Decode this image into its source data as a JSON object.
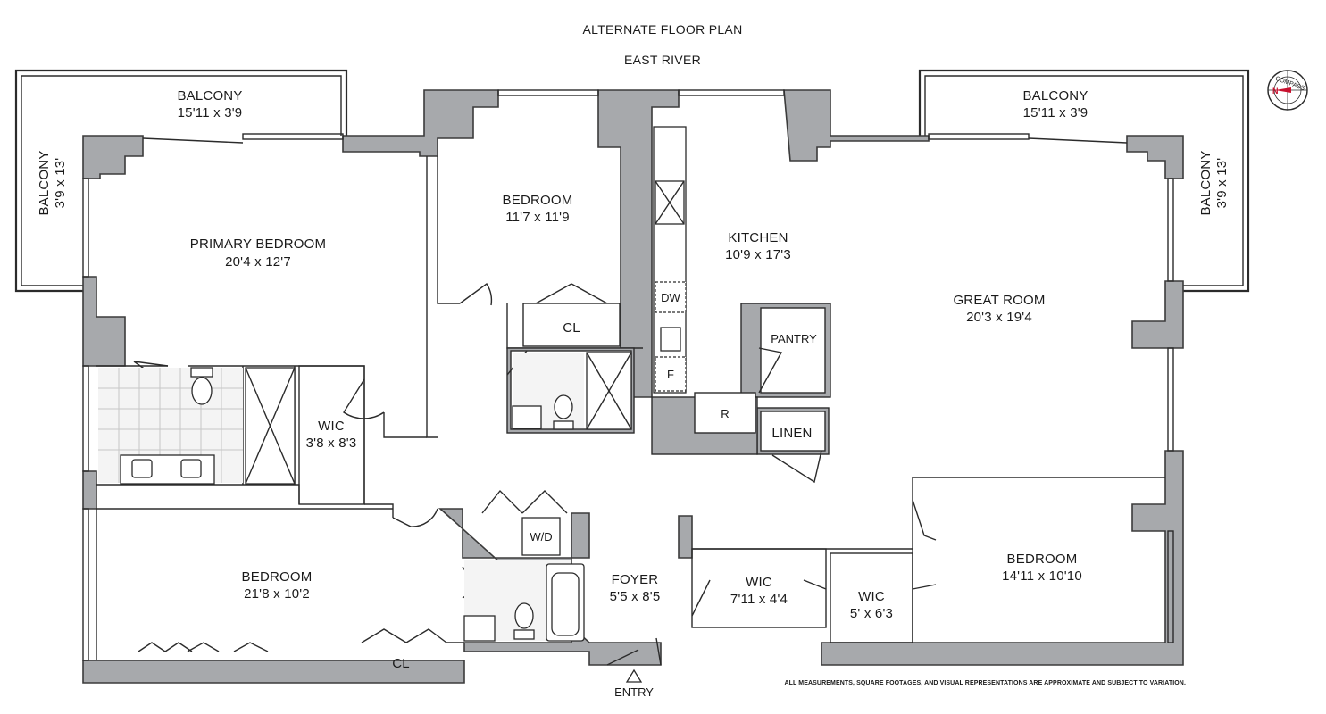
{
  "header": {
    "title": "ALTERNATE FLOOR PLAN",
    "subtitle": "EAST RIVER"
  },
  "compass": {
    "label": "COMPASS",
    "north": "N"
  },
  "rooms": {
    "balcony_top_left": {
      "name": "BALCONY",
      "dims": "15'11 x 3'9"
    },
    "balcony_side_left": {
      "name": "BALCONY",
      "dims": "3'9 x 13'"
    },
    "balcony_top_right": {
      "name": "BALCONY",
      "dims": "15'11 x 3'9"
    },
    "balcony_side_right": {
      "name": "BALCONY",
      "dims": "3'9 x 13'"
    },
    "primary_bedroom": {
      "name": "PRIMARY BEDROOM",
      "dims": "20'4 x 12'7"
    },
    "bedroom_upper": {
      "name": "BEDROOM",
      "dims": "11'7 x 11'9"
    },
    "kitchen": {
      "name": "KITCHEN",
      "dims": "10'9 x 17'3"
    },
    "great_room": {
      "name": "GREAT ROOM",
      "dims": "20'3 x 19'4"
    },
    "wic_primary": {
      "name": "WIC",
      "dims": "3'8 x 8'3"
    },
    "bedroom_lower_left": {
      "name": "BEDROOM",
      "dims": "21'8 x 10'2"
    },
    "foyer": {
      "name": "FOYER",
      "dims": "5'5 x 8'5"
    },
    "wic_center": {
      "name": "WIC",
      "dims": "7'11 x 4'4"
    },
    "wic_right": {
      "name": "WIC",
      "dims": "5' x 6'3"
    },
    "bedroom_lower_right": {
      "name": "BEDROOM",
      "dims": "14'11 x 10'10"
    }
  },
  "fixtures": {
    "closet": "CL",
    "pantry": "PANTRY",
    "linen": "LINEN",
    "dishwasher": "DW",
    "freezer": "F",
    "refrigerator": "R",
    "washer_dryer": "W/D"
  },
  "entry_label": "ENTRY",
  "disclaimer": "ALL MEASUREMENTS, SQUARE FOOTAGES, AND VISUAL REPRESENTATIONS ARE APPROXIMATE AND SUBJECT TO VARIATION."
}
